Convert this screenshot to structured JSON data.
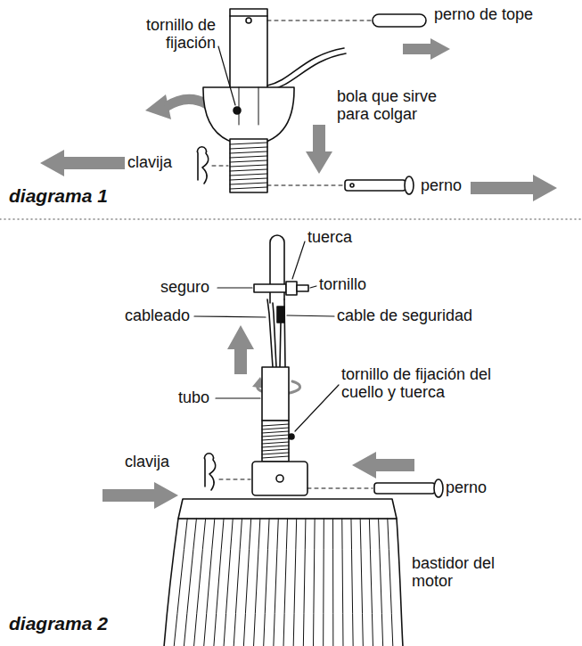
{
  "diagram": {
    "labels": [
      "tornillo de fijación",
      "perno de tope",
      "bola que sirve para colgar",
      "clavija",
      "perno",
      "diagrama 1",
      "tuerca",
      "seguro",
      "tornillo",
      "cableado",
      "cable de seguridad",
      "tubo",
      "tornillo de fijación del cuello y tuerca",
      "clavija",
      "perno",
      "bastidor del motor",
      "diagrama 2"
    ]
  }
}
